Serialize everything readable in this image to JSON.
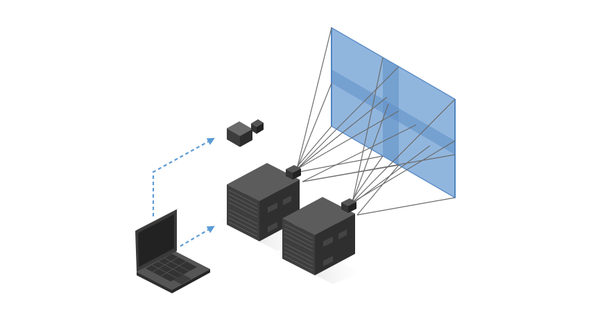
{
  "diagram": {
    "colors": {
      "background": "#ffffff",
      "screen": "#6f9fd2",
      "screen_edge": "#4f84c0",
      "device_top": "#5a5a5a",
      "device_left": "#3e3e3e",
      "device_right": "#2f2f2f",
      "connector": "#5b9bd5",
      "beam": "#6b6b6b"
    },
    "components": [
      {
        "id": "laptop",
        "icon": "laptop-icon"
      },
      {
        "id": "camera",
        "icon": "camera-icon"
      },
      {
        "id": "projector-stack-1",
        "icon": "projector-stack-icon",
        "units": 2
      },
      {
        "id": "projector-stack-2",
        "icon": "projector-stack-icon",
        "units": 2
      },
      {
        "id": "projection-screen",
        "icon": "projection-screen-icon"
      }
    ],
    "connections": [
      {
        "from": "laptop",
        "to": "camera",
        "style": "dashed-arrow"
      },
      {
        "from": "laptop",
        "to": "projector-stack-1",
        "style": "dashed-arrow"
      },
      {
        "from": "projector-stack-1",
        "to": "projection-screen",
        "style": "beam-lines"
      },
      {
        "from": "projector-stack-2",
        "to": "projection-screen",
        "style": "beam-lines"
      }
    ]
  }
}
